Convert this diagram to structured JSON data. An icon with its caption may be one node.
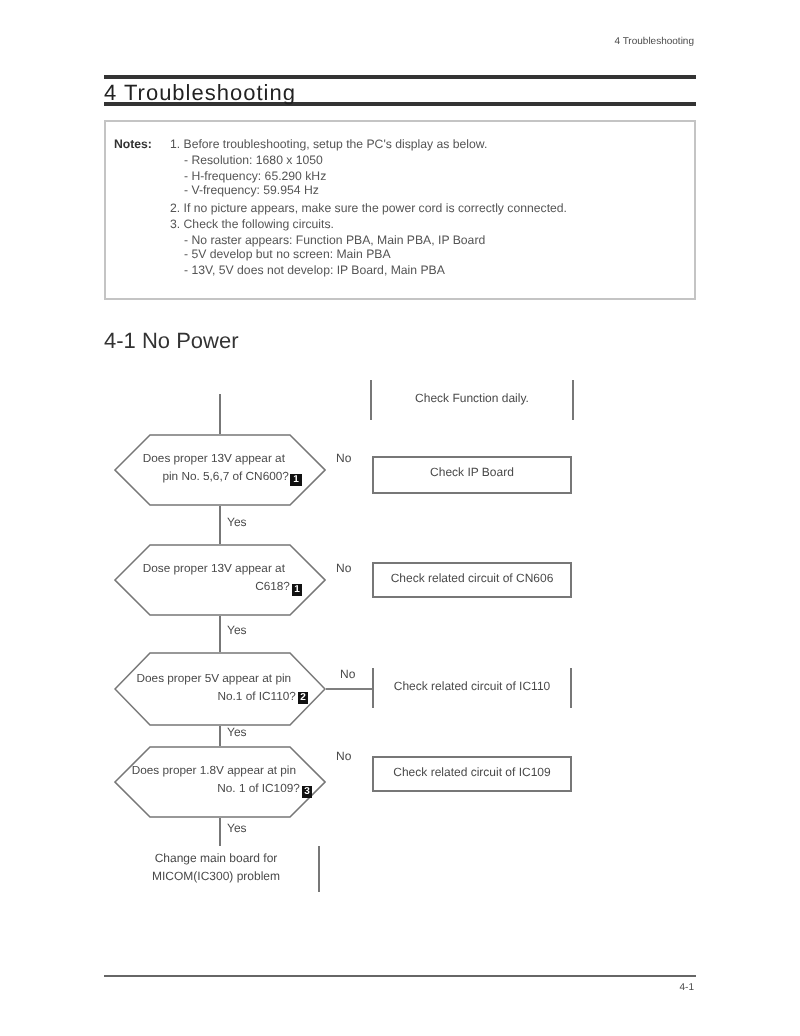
{
  "diagram": {
    "title": "4 Troubleshooting",
    "nodes": [
      {
        "text": [
          "Notes:",
          "1. Before troubleshooting, setup the PC's display as below.",
          "- Resolution: 1680 x 1050",
          "- H-frequency: 65.290 kHz",
          "- V-frequency: 59.954 Hz",
          "2. If no picture appears, make sure the power cord is correctly connected.",
          "3. Check the following circuits.",
          "- No raster appears: Function PBA, Main PBA, IP Board",
          "- 5V develop but no screen: Main PBA",
          "- 13V, 5V does not develop: IP Board, Main PBA"
        ]
      },
      {
        "text": [
          "Check Function daily."
        ]
      },
      {
        "text": [
          "Does proper 13V appear at pin No. 5,6,7 of CN600?",
          "1"
        ]
      },
      {
        "text": [
          "Check IP Board"
        ]
      },
      {
        "text": [
          "Dose proper 13V appear at C618?",
          "1"
        ]
      },
      {
        "text": [
          "Check related circuit of CN606"
        ]
      },
      {
        "text": [
          "Does proper 5V appear at pin No.1 of IC110?",
          "2"
        ]
      },
      {
        "text": [
          "Check related circuit of IC110"
        ]
      },
      {
        "text": [
          "Does proper 1.8V appear at pin No. 1 of IC109?",
          "3"
        ]
      },
      {
        "text": [
          "Check related circuit of IC109"
        ]
      },
      {
        "text": [
          "Change main board for MICOM(IC300) problem"
        ]
      }
    ],
    "edges": [
      {
        "from": null,
        "to": 2,
        "arrow": "none"
      },
      {
        "from": 2,
        "to": 4,
        "arrow": "none",
        "label": "Yes"
      },
      {
        "from": 4,
        "to": 6,
        "arrow": "none",
        "label": "Yes"
      },
      {
        "from": 6,
        "to": 7,
        "arrow": "none",
        "label": "No"
      },
      {
        "from": 6,
        "to": 8,
        "arrow": "none",
        "label": "Yes"
      },
      {
        "from": 8,
        "to": 10,
        "arrow": "none",
        "label": "Yes"
      }
    ],
    "labels": [
      "4 Troubleshooting",
      "4-1 No Power",
      "No",
      "No",
      "No",
      "4-1"
    ]
  }
}
